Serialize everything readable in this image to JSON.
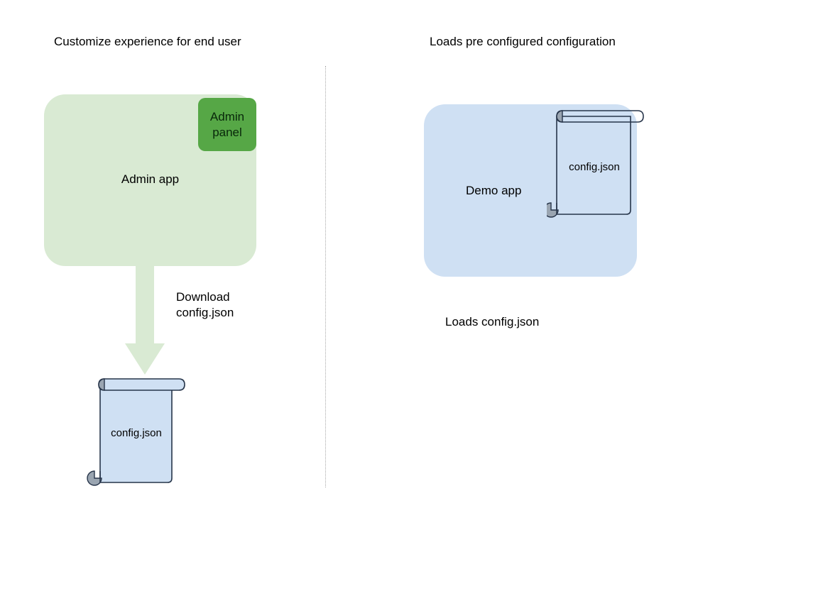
{
  "diagram": {
    "headings": {
      "left": "Customize experience for end user",
      "right": "Loads pre configured configuration"
    },
    "left_flow": {
      "app_label": "Admin app",
      "panel_label": "Admin\npanel",
      "arrow_caption": "Download\nconfig.json",
      "document_label": "config.json"
    },
    "right_flow": {
      "app_label": "Demo app",
      "document_label": "config.json",
      "caption": "Loads config.json"
    },
    "colors": {
      "admin_app_fill": "#d9ead3",
      "admin_panel_fill": "#56a746",
      "demo_app_fill": "#cfe0f3",
      "document_fill": "#cfe0f3",
      "document_stroke": "#27354a",
      "curl_fill": "#9aa5b1",
      "arrow_fill": "#d9ead3",
      "divider_color": "#a8a8a8",
      "background": "#ffffff",
      "text": "#000000"
    }
  }
}
